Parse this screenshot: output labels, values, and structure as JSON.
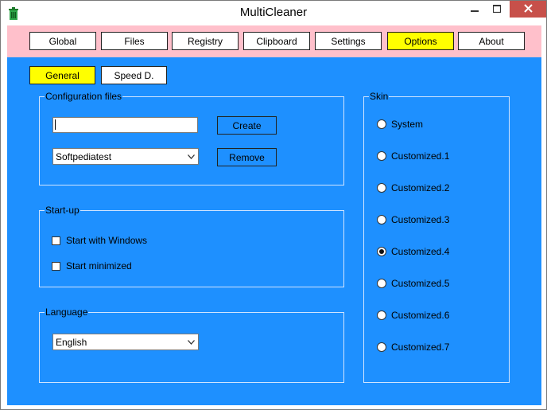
{
  "window": {
    "title": "MultiCleaner",
    "icon": "trash-can-icon",
    "controls": {
      "minimize": "minimize-icon",
      "maximize": "maximize-icon",
      "close": "close-icon"
    },
    "close_color": "#c7504a"
  },
  "colors": {
    "tabbar": "#ffc0cb",
    "content": "#1e90ff",
    "active": "#ffff00"
  },
  "main_tabs": [
    {
      "label": "Global",
      "active": false
    },
    {
      "label": "Files",
      "active": false
    },
    {
      "label": "Registry",
      "active": false
    },
    {
      "label": "Clipboard",
      "active": false
    },
    {
      "label": "Settings",
      "active": false
    },
    {
      "label": "Options",
      "active": true
    },
    {
      "label": "About",
      "active": false
    }
  ],
  "sub_tabs": [
    {
      "label": "General",
      "active": true
    },
    {
      "label": "Speed D.",
      "active": false
    }
  ],
  "config_files": {
    "legend": "Configuration files",
    "name_input_value": "",
    "create_label": "Create",
    "selected_config": "Softpediatest",
    "remove_label": "Remove"
  },
  "startup": {
    "legend": "Start-up",
    "start_with_windows": {
      "label": "Start with Windows",
      "checked": false
    },
    "start_minimized": {
      "label": "Start minimized",
      "checked": false
    }
  },
  "language": {
    "legend": "Language",
    "selected": "English"
  },
  "skin": {
    "legend": "Skin",
    "options": [
      {
        "label": "System",
        "selected": false
      },
      {
        "label": "Customized.1",
        "selected": false
      },
      {
        "label": "Customized.2",
        "selected": false
      },
      {
        "label": "Customized.3",
        "selected": false
      },
      {
        "label": "Customized.4",
        "selected": true
      },
      {
        "label": "Customized.5",
        "selected": false
      },
      {
        "label": "Customized.6",
        "selected": false
      },
      {
        "label": "Customized.7",
        "selected": false
      }
    ]
  }
}
